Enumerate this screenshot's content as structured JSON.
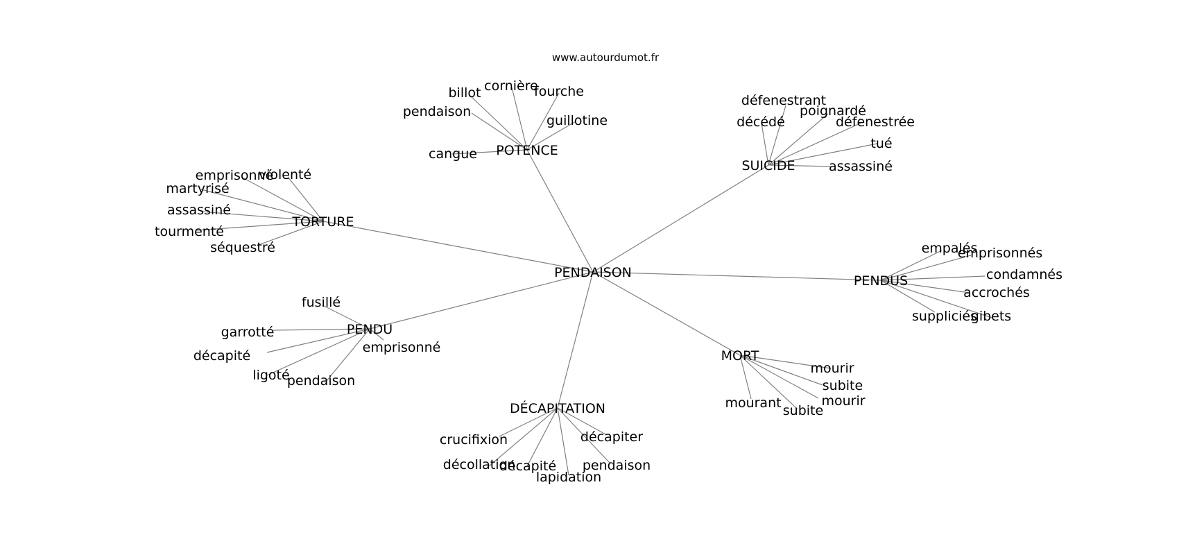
{
  "source": "www.autourdumot.fr",
  "graph": {
    "center": "PENDAISON",
    "hubs": [
      {
        "label": "POTENCE",
        "leaves": [
          "billot",
          "cornière",
          "fourche",
          "pendaison",
          "guillotine",
          "cangue"
        ]
      },
      {
        "label": "SUICIDE",
        "leaves": [
          "défenestrant",
          "décédé",
          "poignardé",
          "défenestrée",
          "tué",
          "assassiné"
        ]
      },
      {
        "label": "TORTURE",
        "leaves": [
          "emprisonné",
          "violenté",
          "martyrisé",
          "assassiné",
          "tourmenté",
          "séquestré"
        ]
      },
      {
        "label": "PENDUS",
        "leaves": [
          "empalés",
          "emprisonnés",
          "condamnés",
          "accrochés",
          "suppliciés",
          "gibets"
        ]
      },
      {
        "label": "PENDU",
        "leaves": [
          "fusillé",
          "garrotté",
          "décapité",
          "emprisonné",
          "ligoté",
          "pendaison"
        ]
      },
      {
        "label": "MORT",
        "leaves": [
          "mourir",
          "subite",
          "mourir",
          "mourant",
          "subite"
        ]
      },
      {
        "label": "DÉCAPITATION",
        "leaves": [
          "crucifixion",
          "décapiter",
          "décollation",
          "décapité",
          "pendaison",
          "lapidation"
        ]
      }
    ]
  }
}
